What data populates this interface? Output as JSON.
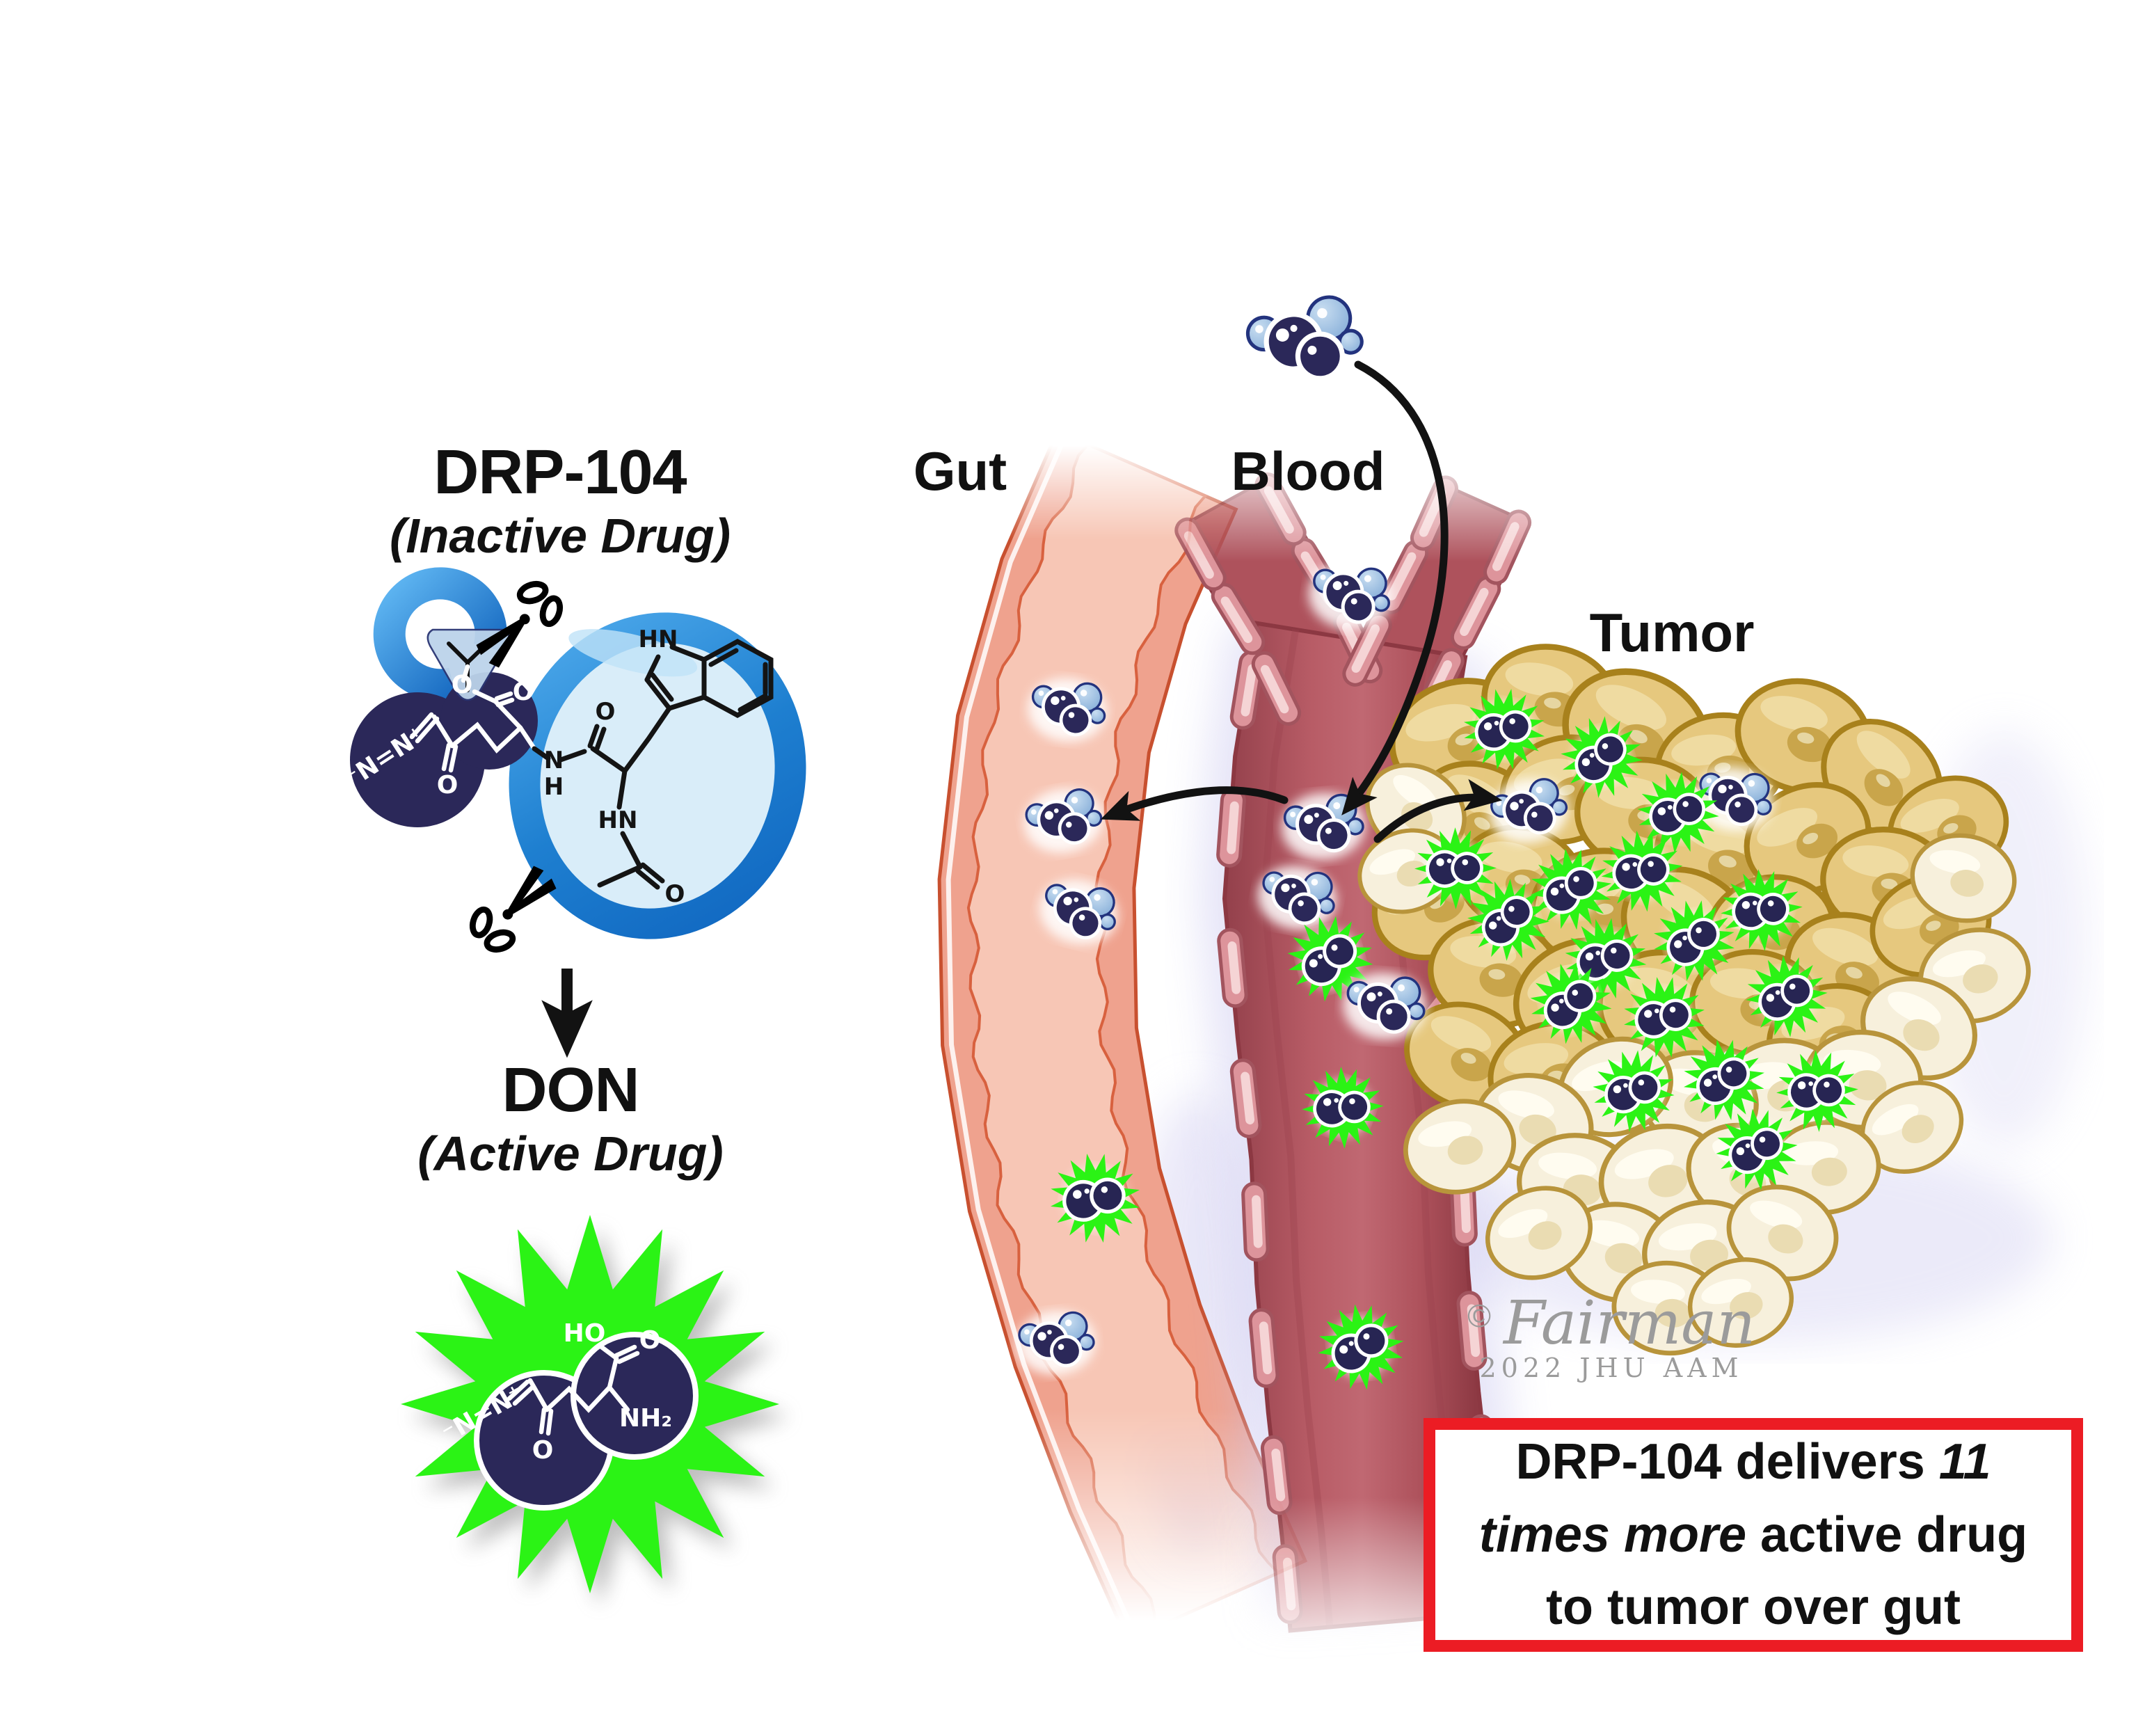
{
  "left_panel": {
    "prodrug_title": "DRP-104",
    "prodrug_subtitle": "(Inactive Drug)",
    "active_title": "DON",
    "active_subtitle": "(Active Drug)",
    "prodrug_structure": {
      "diazo": "⁻N=N⁺",
      "ketone_o": "O",
      "ester_o": "O",
      "ester_carbonyl_o": "O",
      "amide_n": "N",
      "amide_h": "H",
      "amide_o": "O",
      "indole_hn": "HN",
      "acetyl_hn": "HN",
      "acetyl_o": "O"
    },
    "active_structure": {
      "diazo": "⁻N=N⁺",
      "ketone_o": "O",
      "acid_ho": "HO",
      "acid_o": "O",
      "amine": "NH₂"
    }
  },
  "scene": {
    "gut_label": "Gut",
    "blood_label": "Blood",
    "tumor_label": "Tumor"
  },
  "callout": {
    "line1_normal": "DRP-104 delivers ",
    "line1_italic": "11",
    "line2_italic": "times more",
    "line2_normal": " active drug",
    "line3": "to tumor over gut"
  },
  "signature": {
    "copyright": "©",
    "artist": "Fairman",
    "credit": "2022 JHU AAM"
  },
  "colors": {
    "don_navy": "#2B2859",
    "drp_light_blue": "#8FB5DD",
    "carrier_blue": "#1E7FD0",
    "burst_green": "#2BF315",
    "gut_salmon": "#EFA28E",
    "blood_red": "#B5565F",
    "tumor_tan": "#E6C87E",
    "tumor_outline_gold": "#A8811C",
    "callout_border_red": "#EC1C24"
  }
}
